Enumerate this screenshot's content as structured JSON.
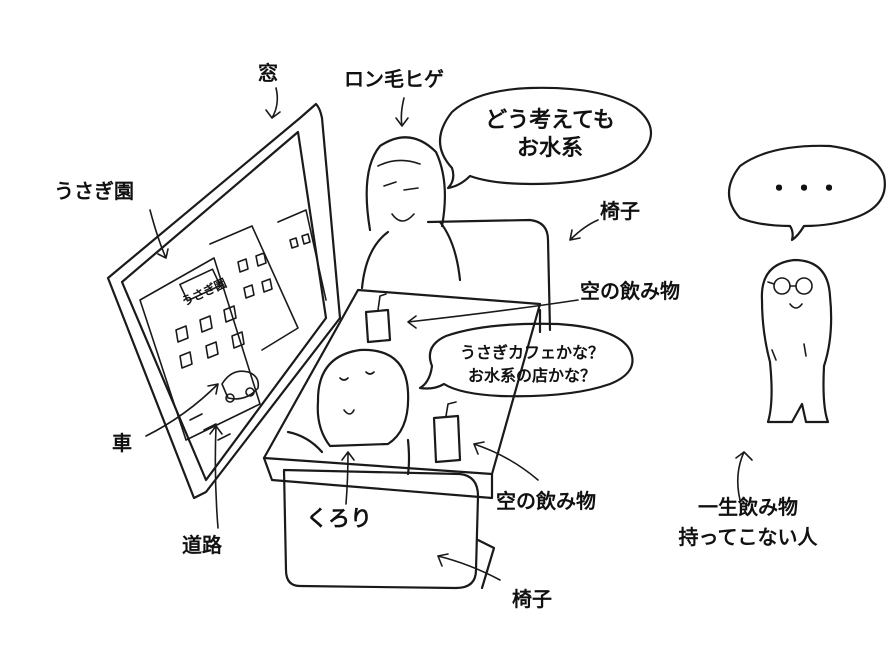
{
  "labels": {
    "window": "窓",
    "long_hair_beard": "ロン毛ヒゲ",
    "rabbit_garden": "うさぎ園",
    "chair_top": "椅子",
    "empty_drink_top": "空の飲み物",
    "car": "車",
    "road": "道路",
    "kuroro": "くろり",
    "empty_drink_bottom": "空の飲み物",
    "chair_bottom": "椅子",
    "sign_text": "うさぎ園"
  },
  "bubbles": {
    "beard_line1": "どう考えても",
    "beard_line2": "お水系",
    "kuroro_line1": "うさぎカフェかな？",
    "kuroro_line2": "お水系の店かな？",
    "ellipsis": "・・・"
  },
  "person_right": {
    "line1": "一生飲み物",
    "line2": "持ってこない人"
  }
}
